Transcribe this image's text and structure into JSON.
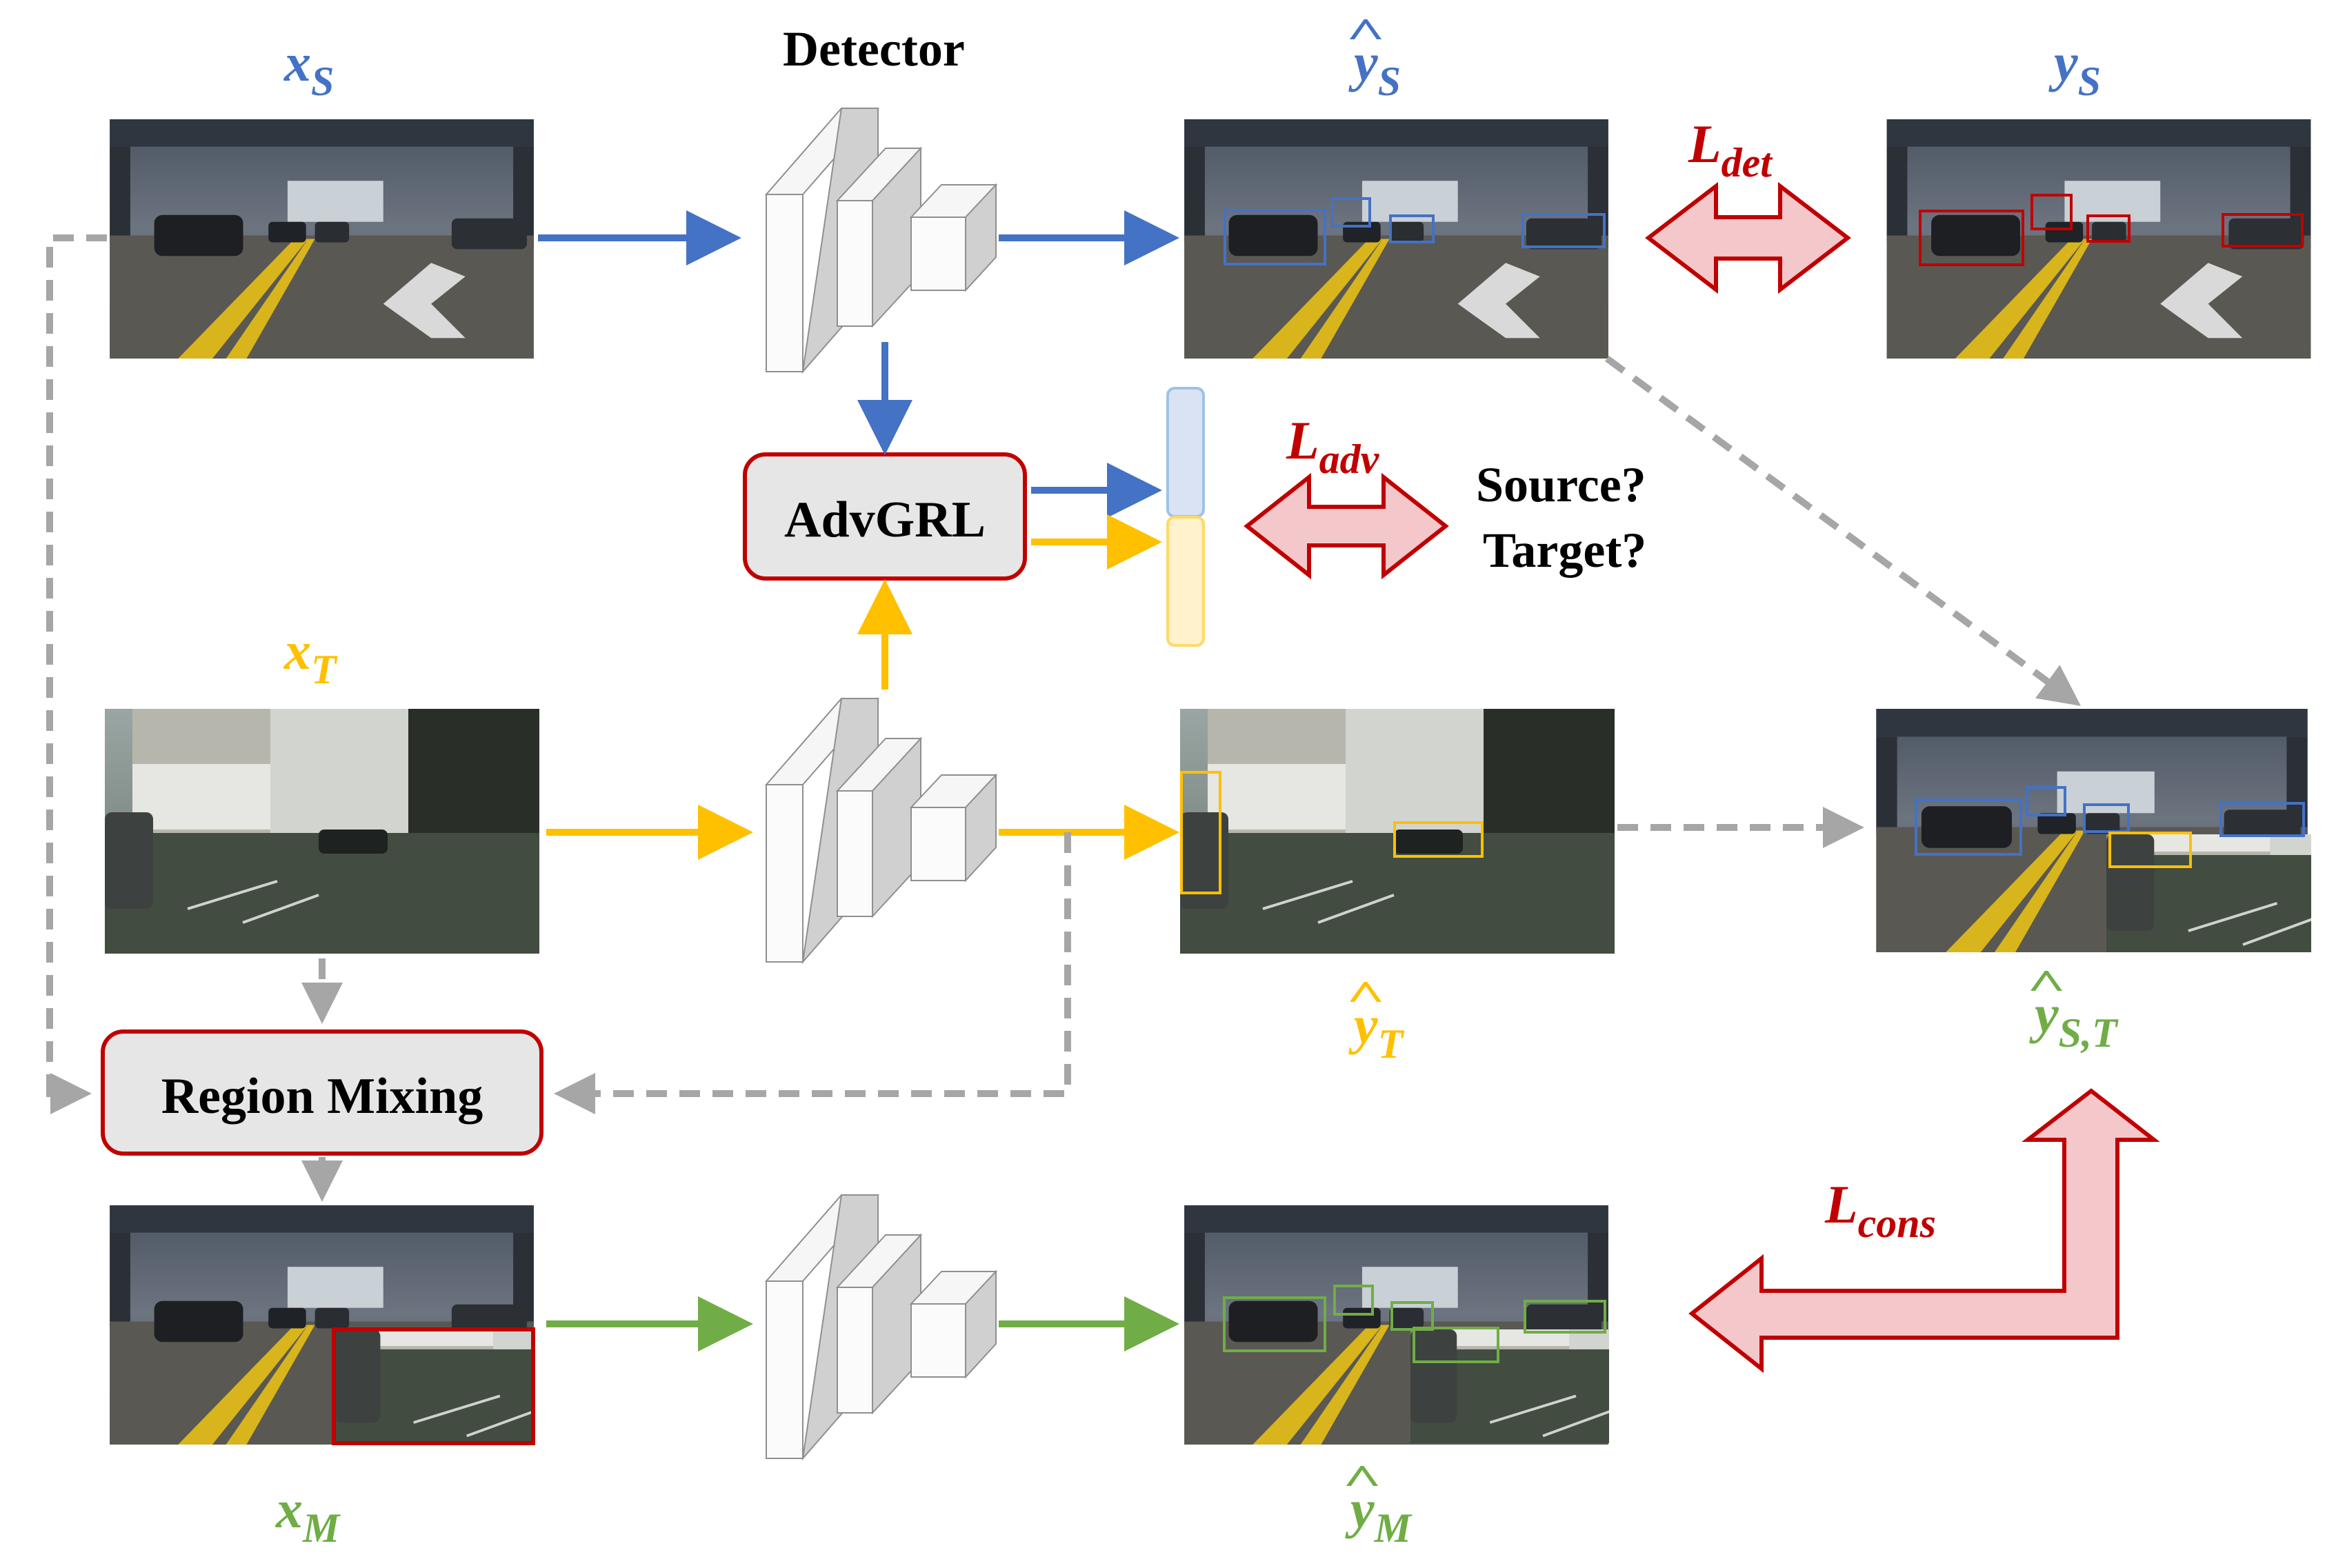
{
  "labels": {
    "detector": "Detector",
    "advgrl": "AdvGRL",
    "region_mixing": "Region Mixing",
    "source_q": "Source?",
    "target_q": "Target?",
    "xs": "x",
    "xs_sub": "S",
    "xt": "x",
    "xt_sub": "T",
    "xm": "x",
    "xm_sub": "M",
    "yhat_s": "y",
    "yhat_s_sub": "S",
    "ys": "y",
    "ys_sub": "S",
    "yhat_t": "y",
    "yhat_t_sub": "T",
    "yhat_m": "y",
    "yhat_m_sub": "M",
    "yhat_st": "y",
    "yhat_st_sub": "S,T",
    "l_det": "L",
    "l_det_sub": "det",
    "l_adv": "L",
    "l_adv_sub": "adv",
    "l_cons": "L",
    "l_cons_sub": "cons"
  },
  "colors": {
    "source": "#4472C4",
    "target": "#FFC000",
    "mixed": "#70AD47",
    "loss": "#C00000",
    "loss_fill": "#F4C7CB",
    "dashed": "#A6A6A6",
    "box_fill": "#E7E6E6"
  }
}
